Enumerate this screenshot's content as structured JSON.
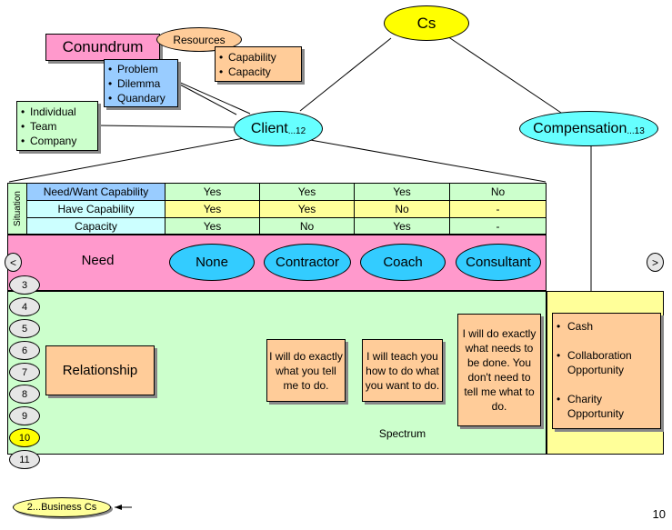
{
  "top_node": {
    "label": "Cs"
  },
  "conundrum": {
    "label": "Conundrum",
    "items": [
      "Problem",
      "Dilemma",
      "Quandary"
    ]
  },
  "resources": {
    "label": "Resources",
    "items": [
      "Capability",
      "Capacity"
    ]
  },
  "client_types": [
    "Individual",
    "Team",
    "Company"
  ],
  "client": {
    "label": "Client",
    "ref": "...12"
  },
  "compensation": {
    "label": "Compensation",
    "ref": "...13",
    "items": [
      "Cash",
      "Collaboration Opportunity",
      "Charity Opportunity"
    ]
  },
  "situation": {
    "side_label": "Situation",
    "rows": [
      {
        "label": "Need/Want Capability",
        "values": [
          "Yes",
          "Yes",
          "Yes",
          "No"
        ]
      },
      {
        "label": "Have Capability",
        "values": [
          "Yes",
          "Yes",
          "No",
          "-"
        ]
      },
      {
        "label": "Capacity",
        "values": [
          "Yes",
          "No",
          "Yes",
          "-"
        ]
      }
    ]
  },
  "need": {
    "label": "Need",
    "options": [
      "None",
      "Contractor",
      "Coach",
      "Consultant"
    ]
  },
  "nav": {
    "prev": "<",
    "next": ">"
  },
  "steps": [
    "3",
    "4",
    "5",
    "6",
    "7",
    "8",
    "9",
    "10",
    "11"
  ],
  "relationship": {
    "label": "Relationship",
    "contractor_text": "I will do exactly what you tell me to do.",
    "coach_text": "I will teach you how to do what you want to do.",
    "consultant_text": "I will do exactly what needs to be done.  You don't need to tell me what to do."
  },
  "spectrum": {
    "label": "Spectrum"
  },
  "back_link": {
    "label": "2...Business Cs"
  },
  "page_number": "10"
}
